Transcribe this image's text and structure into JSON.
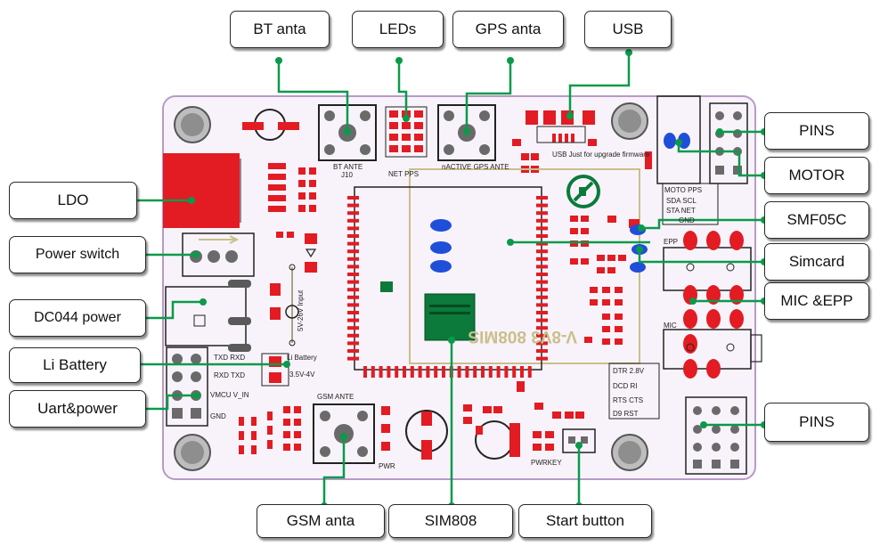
{
  "colors": {
    "board": "#f8f3fa",
    "board_edge": "#b89ac8",
    "pad_red": "#e31b23",
    "silk": "#222222",
    "leader": "#0a9a4a",
    "module_outline": "#c9bf8a",
    "chip_green": "#0b7a3a",
    "blue_dot": "#1f4fd8",
    "hole_gray": "#9a9a9a"
  },
  "callouts": {
    "bt_anta": "BT anta",
    "leds": "LEDs",
    "gps_anta": "GPS anta",
    "usb": "USB",
    "pins_top": "PINS",
    "motor": "MOTOR",
    "smf05c": "SMF05C",
    "simcard": "Simcard",
    "mic_epp": "MIC &EPP",
    "pins_bottom": "PINS",
    "ldo": "LDO",
    "power_switch": "Power switch",
    "dc044_power": "DC044 power",
    "li_battery": "Li Battery",
    "uart_power": "Uart&power",
    "gsm_anta": "GSM anta",
    "sim808": "SIM808",
    "start_button": "Start button"
  },
  "silkscreen": {
    "bt_ante": "BT ANTE",
    "j10": "J10",
    "gps_ante": "nACTIVE GPS ANTE",
    "net_pps": "NET PPS",
    "usb_note": "USB Just for upgrade firmware",
    "module_text": "V-8V3 808MIS",
    "input_text": "5V-26V Input",
    "li_battery": "Li Battery",
    "batt_range": "3.5V-4V",
    "txd_rxd": "TXD RXD",
    "rxd_txd": "RXD TXD",
    "vmcu_vin": "VMCU V_IN",
    "gnd": "GND",
    "gsm_ante": "GSM ANTE",
    "pwr": "PWR",
    "pwrkey": "PWRKEY",
    "motor_pins": "MOTO PPS",
    "sda_scl": "SDA SCL",
    "sta_net": "STA NET",
    "gnd2": "GND",
    "epp": "EPP",
    "mic": "MIC",
    "dtr_block": "DTR 2.8V",
    "dcd_ri": "DCD RI",
    "rts_cts": "RTS CTS",
    "d9_rst": "D9 RST"
  }
}
